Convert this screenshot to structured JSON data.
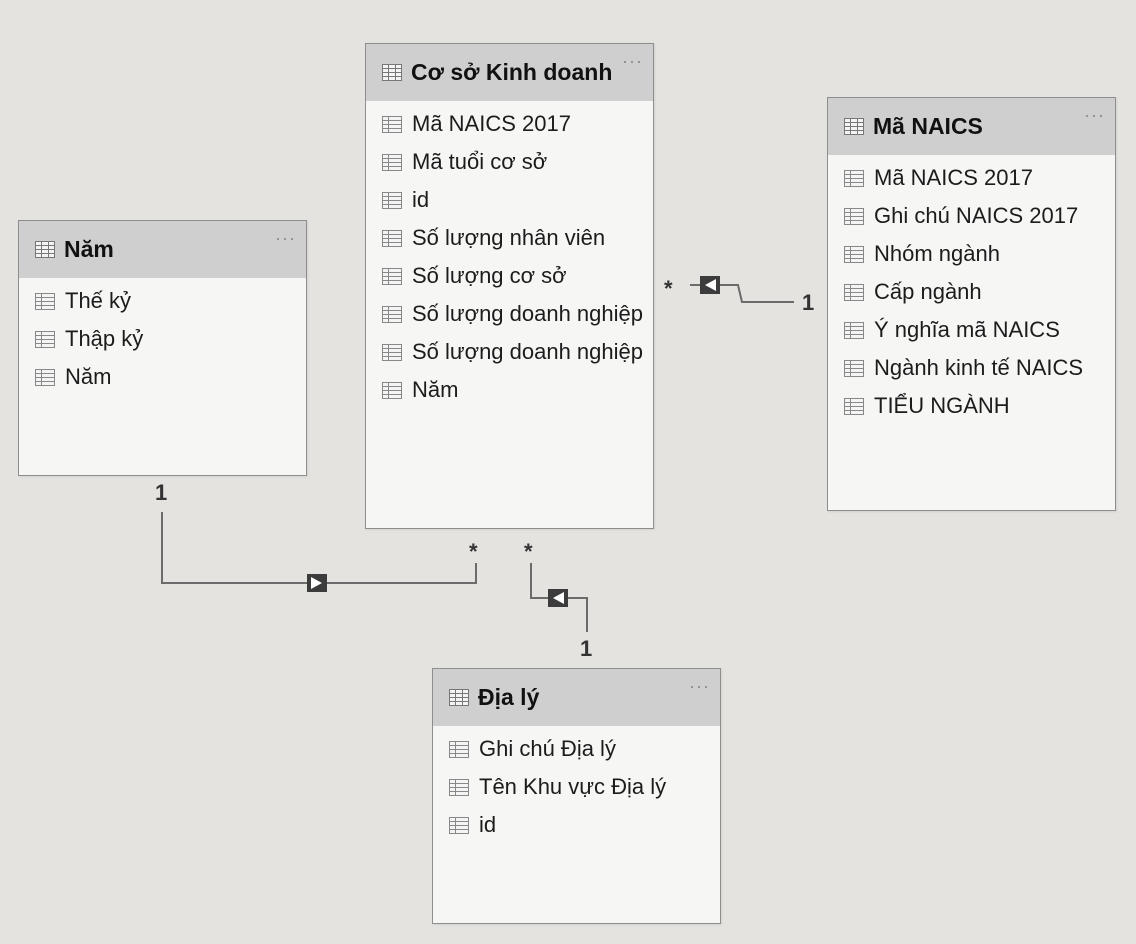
{
  "tables": {
    "nam": {
      "title": "Năm",
      "fields": [
        "Thế kỷ",
        "Thập kỷ",
        "Năm"
      ]
    },
    "co_so": {
      "title": "Cơ sở Kinh doanh",
      "fields": [
        "Mã NAICS 2017",
        "Mã tuổi cơ sở",
        "id",
        "Số lượng nhân viên",
        "Số lượng cơ sở",
        "Số lượng doanh nghiệp",
        "Số lượng doanh nghiệp",
        "Năm"
      ]
    },
    "ma_naics": {
      "title": "Mã NAICS",
      "fields": [
        "Mã NAICS 2017",
        "Ghi chú NAICS 2017",
        "Nhóm ngành",
        "Cấp ngành",
        "Ý nghĩa mã NAICS",
        "Ngành kinh tế NAICS",
        "TIỂU NGÀNH"
      ]
    },
    "dia_ly": {
      "title": "Địa lý",
      "fields": [
        "Ghi chú Địa lý",
        "Tên Khu vực Địa lý",
        "id"
      ]
    }
  },
  "more_glyph": "···",
  "relationships": [
    {
      "from": "Cơ sở Kinh doanh",
      "to": "Mã NAICS",
      "many_label": "*",
      "one_label": "1"
    },
    {
      "from": "Cơ sở Kinh doanh",
      "to": "Năm",
      "many_label": "*",
      "one_label": "1"
    },
    {
      "from": "Cơ sở Kinh doanh",
      "to": "Địa lý",
      "many_label": "*",
      "one_label": "1"
    }
  ],
  "icons": {
    "table": "table-icon",
    "field": "field-icon",
    "more": "more-options-icon",
    "filter_direction": "filter-arrow-icon"
  },
  "colors": {
    "background": "#e5e3e0",
    "header": "#cfcfcf",
    "body": "#f6f6f5",
    "border": "#8e8e8e",
    "line": "#6b6b6b"
  }
}
